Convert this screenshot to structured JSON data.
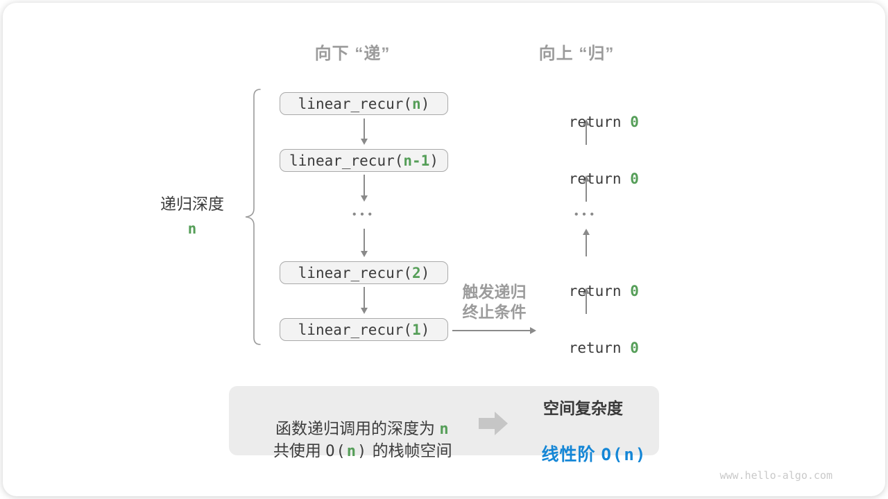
{
  "colors": {
    "accent_green": "#559E58",
    "accent_blue": "#1486D6",
    "label_gray": "#9B9B9B"
  },
  "headers": {
    "down": "向下 “递”",
    "up": "向上 “归”"
  },
  "depth": {
    "label": "递归深度",
    "value": "n"
  },
  "calls": [
    {
      "pre": "linear_recur(",
      "arg": "n",
      "post": ")"
    },
    {
      "pre": "linear_recur(",
      "arg": "n-1",
      "post": ")"
    },
    {
      "pre": "linear_recur(",
      "arg": "2",
      "post": ")"
    },
    {
      "pre": "linear_recur(",
      "arg": "1",
      "post": ")"
    }
  ],
  "returns": [
    {
      "pre": "return ",
      "val": "0"
    },
    {
      "pre": "return ",
      "val": "0"
    },
    {
      "pre": "return ",
      "val": "0"
    },
    {
      "pre": "return ",
      "val": "0"
    }
  ],
  "ellipsis": "•••",
  "trigger": {
    "line1": "触发递归",
    "line2": "终止条件"
  },
  "summary": {
    "left_line1_pre": "函数递归调用的深度为 ",
    "left_line1_n": "n",
    "left_line2_pre": "共使用 ",
    "left_line2_open": "O(",
    "left_line2_n": "n",
    "left_line2_close": ")",
    "left_line2_post": " 的栈帧空间",
    "right_title": "空间复杂度",
    "right_value_label": "线性阶 ",
    "right_value_code": "O(n)"
  },
  "watermark": "www.hello-algo.com"
}
